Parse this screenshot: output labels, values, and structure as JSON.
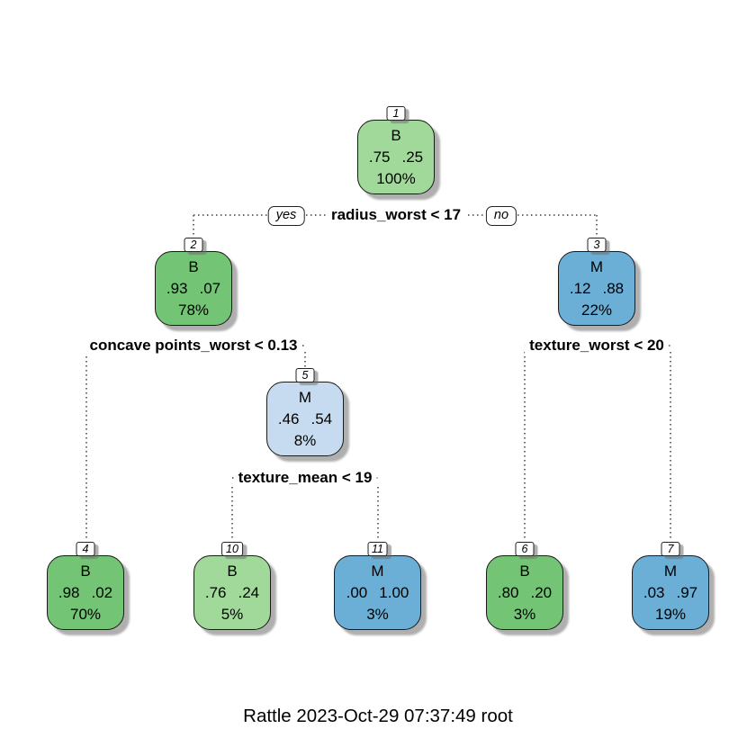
{
  "caption": "Rattle 2023-Oct-29 07:37:49 root",
  "edge_labels": {
    "yes": "yes",
    "no": "no"
  },
  "palette": {
    "benign_strong": "#74C476",
    "benign_light": "#A1D99B",
    "malignant_strong": "#6BAED6",
    "malignant_light": "#C6DBEF"
  },
  "splits": [
    {
      "parent_node": "1",
      "label": "radius_worst < 17",
      "yes_child": "2",
      "no_child": "3"
    },
    {
      "parent_node": "2",
      "label": "concave points_worst < 0.13",
      "yes_child": "4",
      "no_child": "5"
    },
    {
      "parent_node": "3",
      "label": "texture_worst < 20",
      "yes_child": "6",
      "no_child": "7"
    },
    {
      "parent_node": "5",
      "label": "texture_mean < 19",
      "yes_child": "10",
      "no_child": "11"
    }
  ],
  "nodes": [
    {
      "number": "1",
      "class_label": "B",
      "prob_left": ".75",
      "prob_right": ".25",
      "pct": "100%",
      "fill": "#A1D99B"
    },
    {
      "number": "2",
      "class_label": "B",
      "prob_left": ".93",
      "prob_right": ".07",
      "pct": "78%",
      "fill": "#74C476"
    },
    {
      "number": "3",
      "class_label": "M",
      "prob_left": ".12",
      "prob_right": ".88",
      "pct": "22%",
      "fill": "#6BAED6"
    },
    {
      "number": "5",
      "class_label": "M",
      "prob_left": ".46",
      "prob_right": ".54",
      "pct": "8%",
      "fill": "#C6DBEF"
    },
    {
      "number": "4",
      "class_label": "B",
      "prob_left": ".98",
      "prob_right": ".02",
      "pct": "70%",
      "fill": "#74C476"
    },
    {
      "number": "10",
      "class_label": "B",
      "prob_left": ".76",
      "prob_right": ".24",
      "pct": "5%",
      "fill": "#A1D99B"
    },
    {
      "number": "11",
      "class_label": "M",
      "prob_left": ".00",
      "prob_right": "1.00",
      "pct": "3%",
      "fill": "#6BAED6"
    },
    {
      "number": "6",
      "class_label": "B",
      "prob_left": ".80",
      "prob_right": ".20",
      "pct": "3%",
      "fill": "#74C476"
    },
    {
      "number": "7",
      "class_label": "M",
      "prob_left": ".03",
      "prob_right": ".97",
      "pct": "19%",
      "fill": "#6BAED6"
    }
  ]
}
